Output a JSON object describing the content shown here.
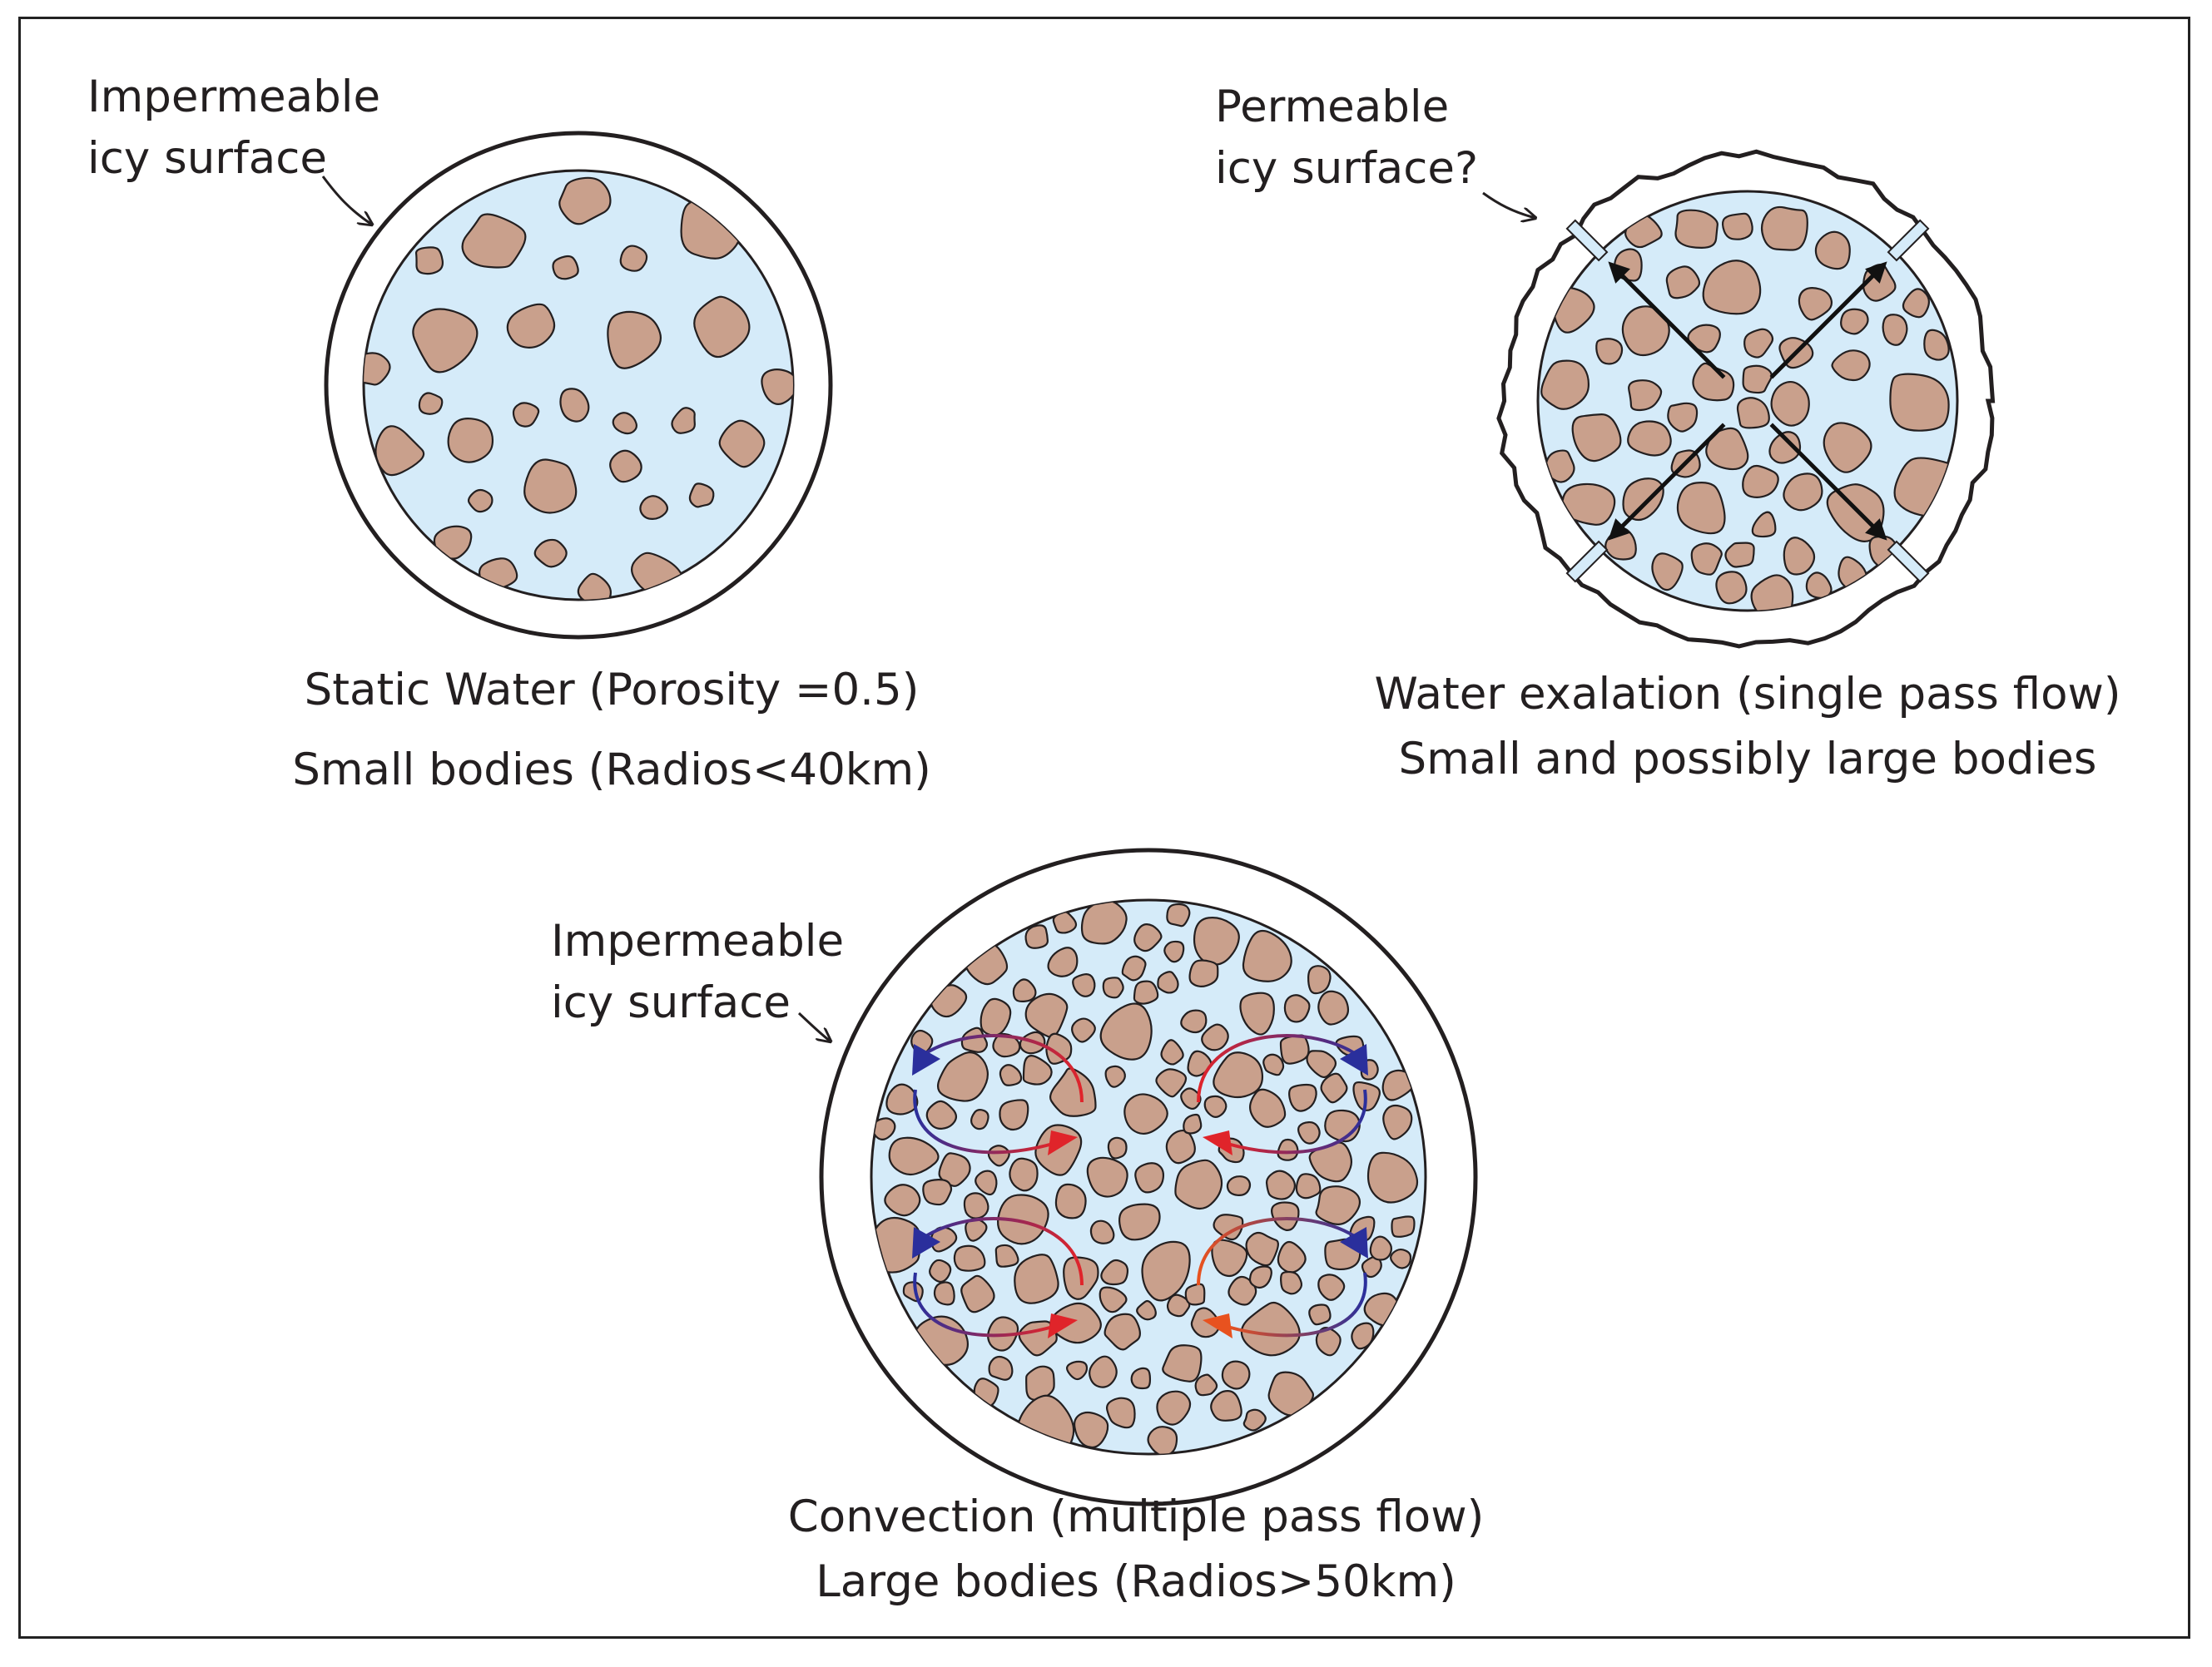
{
  "colors": {
    "water": "#d5ebf9",
    "rock": "#c9a08c",
    "rock_edge": "#231f20",
    "shell_stroke": "#231f20",
    "flow_arrow": "#111111",
    "hot": "#e0242a",
    "cold": "#2a2f9c",
    "warm": "#e8521f"
  },
  "panels": {
    "static": {
      "surface_label": [
        "Impermeable",
        "icy surface"
      ],
      "caption": [
        "Static Water (Porosity =0.5)",
        "Small bodies (Radios<40km)"
      ],
      "icons": [
        "pointer-arrow-icon"
      ]
    },
    "exalation": {
      "surface_label": [
        "Permeable",
        "icy surface?"
      ],
      "caption": [
        "Water exalation (single pass flow)",
        "Small and possibly large bodies"
      ],
      "icons": [
        "pointer-arrow-icon",
        "outflow-arrow-icon"
      ]
    },
    "convection": {
      "surface_label": [
        "Impermeable",
        "icy surface"
      ],
      "caption": [
        "Convection (multiple pass flow)",
        "Large bodies (Radios>50km)"
      ],
      "icons": [
        "pointer-arrow-icon",
        "convection-cell-icon"
      ]
    }
  }
}
